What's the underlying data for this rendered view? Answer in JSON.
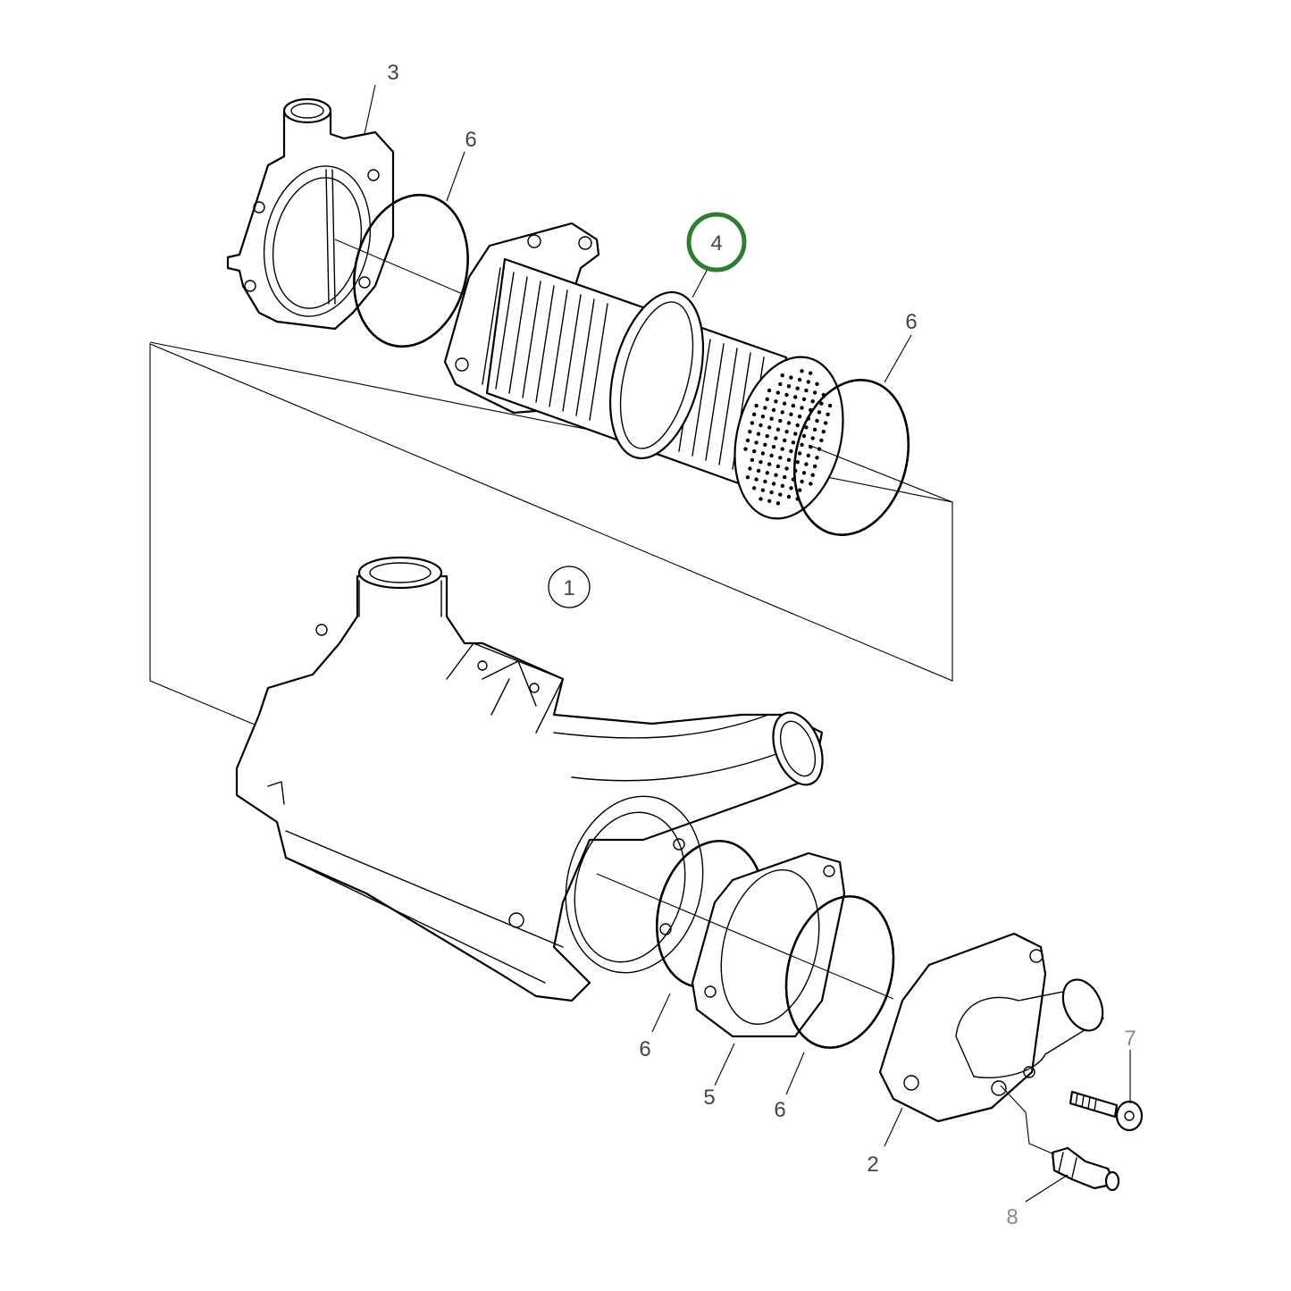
{
  "diagram": {
    "callouts": [
      {
        "id": "callout-1",
        "text": "1",
        "circled": true
      },
      {
        "id": "callout-2",
        "text": "2"
      },
      {
        "id": "callout-3",
        "text": "3"
      },
      {
        "id": "callout-4",
        "text": "4",
        "circled": true,
        "highlighted": true
      },
      {
        "id": "callout-5",
        "text": "5"
      },
      {
        "id": "callout-6a",
        "text": "6"
      },
      {
        "id": "callout-6b",
        "text": "6"
      },
      {
        "id": "callout-6c",
        "text": "6"
      },
      {
        "id": "callout-6d",
        "text": "6"
      },
      {
        "id": "callout-7",
        "text": "7",
        "muted": true
      },
      {
        "id": "callout-8",
        "text": "8",
        "muted": true
      }
    ],
    "colors": {
      "line": "#000000",
      "label": "#444444",
      "muted_label": "#8a8a8a",
      "highlight": "#2e7d32",
      "background": "#ffffff"
    }
  }
}
